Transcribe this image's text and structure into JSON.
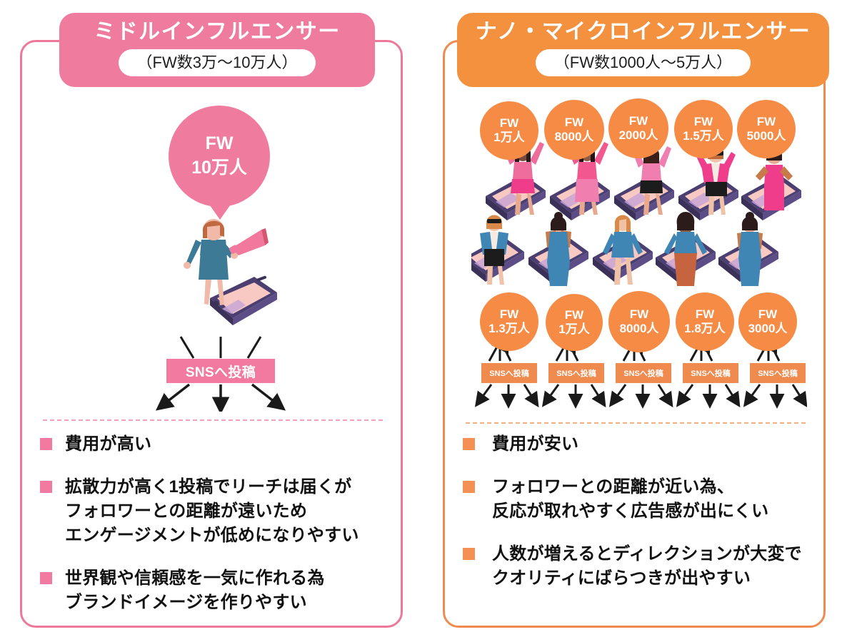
{
  "panels": {
    "left": {
      "title": "ミドルインフルエンサー",
      "subtitle": "（FW数3万〜10万人）",
      "accent": "#ef7c9e",
      "border_color": "#ee7899",
      "bubble": {
        "label": "FW",
        "value": "10万人"
      },
      "sns_label": "SNSへ投稿",
      "bullets": [
        "費用が高い",
        "拡散力が高く1投稿でリーチは届くが\nフォロワーとの距離が遠いため\nエンゲージメントが低めになりやすい",
        "世界観や信頼感を一気に作れる為\nブランドイメージを作りやすい"
      ]
    },
    "right": {
      "title": "ナノ・マイクロインフルエンサー",
      "subtitle": "（FW数1000人〜5万人）",
      "accent": "#f3913f",
      "border_color": "#f08b50",
      "top_bubbles": [
        {
          "label": "FW",
          "value": "1万人"
        },
        {
          "label": "FW",
          "value": "8000人"
        },
        {
          "label": "FW",
          "value": "2000人"
        },
        {
          "label": "FW",
          "value": "1.5万人"
        },
        {
          "label": "FW",
          "value": "5000人"
        }
      ],
      "bottom_bubbles": [
        {
          "label": "FW",
          "value": "1.3万人"
        },
        {
          "label": "FW",
          "value": "1万人"
        },
        {
          "label": "FW",
          "value": "8000人"
        },
        {
          "label": "FW",
          "value": "1.8万人"
        },
        {
          "label": "FW",
          "value": "3000人"
        }
      ],
      "sns_labels": [
        "SNSへ投稿",
        "SNSへ投稿",
        "SNSへ投稿",
        "SNSへ投稿",
        "SNSへ投稿"
      ],
      "bullets": [
        "費用が安い",
        "フォロワーとの距離が近い為、\n反応が取れやすく広告感が出にくい",
        "人数が増えるとディレクションが大変で\nクオリティにばらつきが出やすい"
      ]
    }
  },
  "icons": {
    "megaphone": "megaphone-icon",
    "smartphone": "smartphone-icon",
    "person": "person-icon",
    "arrow_down": "arrow-down-icon",
    "bullet_square": "bullet-square-icon"
  },
  "colors": {
    "pink": "#ef7c9e",
    "pink_light": "#f2799f",
    "orange": "#f3913f",
    "orange_light": "#f58b45",
    "arrow_black": "#1a1a1a",
    "phone_body": "#4b3f72",
    "phone_screen": "#f8c3bc",
    "dress_blue": "#3d7a96"
  }
}
